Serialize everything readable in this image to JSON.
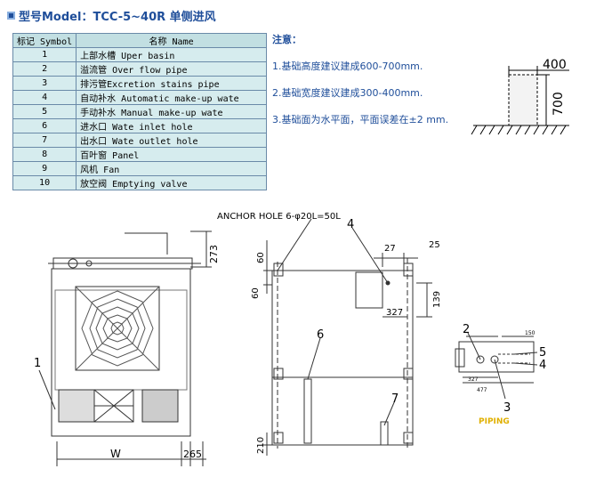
{
  "title": "型号Model：TCC-5~40R 单侧进风",
  "table": {
    "headers": [
      "标记 Symbol",
      "名称 Name"
    ],
    "rows": [
      [
        "1",
        "上部水槽 Uper  basin"
      ],
      [
        "2",
        "溢流管 Over flow pipe"
      ],
      [
        "3",
        "排污管Excretion stains pipe"
      ],
      [
        "4",
        "自动补水 Automatic make-up wate"
      ],
      [
        "5",
        "手动补水 Manual make-up wate"
      ],
      [
        "6",
        "进水口 Wate inlet hole"
      ],
      [
        "7",
        "出水口 Wate outlet hole"
      ],
      [
        "8",
        "百叶窗 Panel"
      ],
      [
        "9",
        "风机 Fan"
      ],
      [
        "10",
        "放空阀 Emptying valve"
      ]
    ]
  },
  "notes": {
    "heading": "注意：",
    "items": [
      "1.基础高度建议建成600-700mm.",
      "2.基础宽度建议建成300-400mm.",
      "3.基础面为水平面，平面误差在±2 mm."
    ]
  },
  "foundation": {
    "width_label": "400",
    "height_label": "700"
  },
  "front_view": {
    "dim_top": "273",
    "dim_width": "W",
    "dim_side": "265",
    "callout": "1"
  },
  "plan_view": {
    "anchor_label": "ANCHOR HOLE 6-φ20L=50L",
    "dims": [
      "60",
      "60",
      "27",
      "25",
      "327",
      "139",
      "210"
    ],
    "callouts": [
      "4",
      "6",
      "7"
    ]
  },
  "piping": {
    "label": "PIPING",
    "callouts": [
      "2",
      "5",
      "4",
      "3"
    ],
    "dims": [
      "327",
      "477",
      "150"
    ]
  }
}
